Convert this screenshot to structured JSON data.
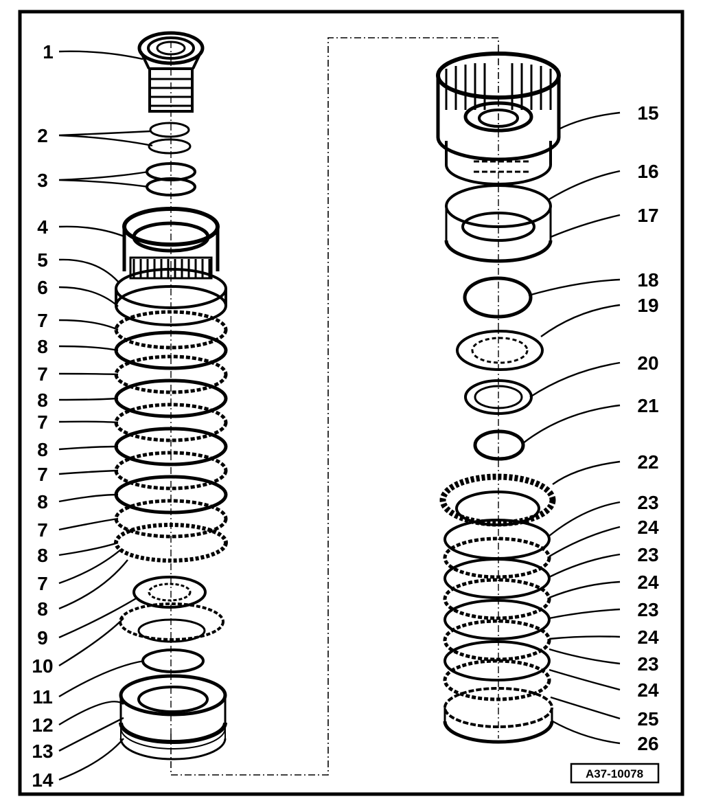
{
  "figure": {
    "reference_code": "A37-10078",
    "callouts_left": [
      {
        "label": "1",
        "part": "shaft-hub"
      },
      {
        "label": "2",
        "part": "sealing-rings"
      },
      {
        "label": "3",
        "part": "sealing-rings"
      },
      {
        "label": "4",
        "part": "gear-hub"
      },
      {
        "label": "5",
        "part": "outer-ring"
      },
      {
        "label": "6",
        "part": "snap-ring"
      },
      {
        "label": "7",
        "part": "outer-plate"
      },
      {
        "label": "8",
        "part": "inner-plate"
      },
      {
        "label": "7",
        "part": "outer-plate"
      },
      {
        "label": "8",
        "part": "inner-plate"
      },
      {
        "label": "7",
        "part": "outer-plate"
      },
      {
        "label": "8",
        "part": "inner-plate"
      },
      {
        "label": "7",
        "part": "outer-plate"
      },
      {
        "label": "8",
        "part": "inner-plate"
      },
      {
        "label": "7",
        "part": "outer-plate"
      },
      {
        "label": "8",
        "part": "inner-plate"
      },
      {
        "label": "7",
        "part": "outer-plate"
      },
      {
        "label": "8",
        "part": "inner-plate"
      },
      {
        "label": "9",
        "part": "end-plate"
      },
      {
        "label": "10",
        "part": "spring-washer"
      },
      {
        "label": "11",
        "part": "diaphragm-spring"
      },
      {
        "label": "12",
        "part": "ring"
      },
      {
        "label": "13",
        "part": "piston"
      },
      {
        "label": "14",
        "part": "housing"
      }
    ],
    "callouts_right": [
      {
        "label": "15",
        "part": "clutch-drum"
      },
      {
        "label": "16",
        "part": "piston"
      },
      {
        "label": "17",
        "part": "seal"
      },
      {
        "label": "18",
        "part": "o-ring"
      },
      {
        "label": "19",
        "part": "spring-washer"
      },
      {
        "label": "20",
        "part": "thrust-washer"
      },
      {
        "label": "21",
        "part": "snap-ring"
      },
      {
        "label": "22",
        "part": "end-plate"
      },
      {
        "label": "23",
        "part": "outer-plate"
      },
      {
        "label": "24",
        "part": "inner-plate"
      },
      {
        "label": "23",
        "part": "outer-plate"
      },
      {
        "label": "24",
        "part": "inner-plate"
      },
      {
        "label": "23",
        "part": "outer-plate"
      },
      {
        "label": "24",
        "part": "inner-plate"
      },
      {
        "label": "23",
        "part": "outer-plate"
      },
      {
        "label": "24",
        "part": "inner-plate"
      },
      {
        "label": "25",
        "part": "pressure-plate"
      },
      {
        "label": "26",
        "part": "snap-ring"
      }
    ]
  }
}
